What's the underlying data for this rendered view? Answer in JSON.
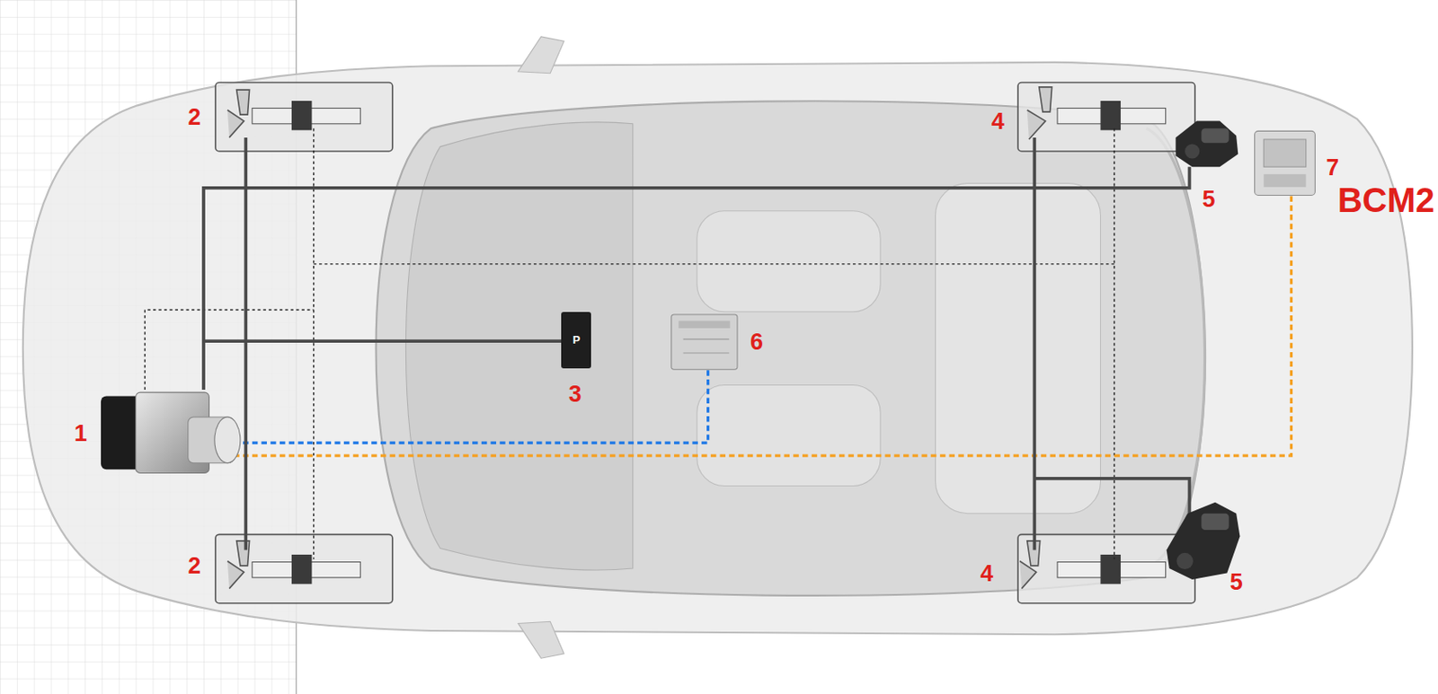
{
  "diagram": {
    "nodes": [
      {
        "text": [
          "P"
        ]
      }
    ],
    "labels": [
      "2",
      "4",
      "7",
      "BCM2",
      "5",
      "6",
      "3",
      "1",
      "2",
      "4",
      "5"
    ]
  }
}
